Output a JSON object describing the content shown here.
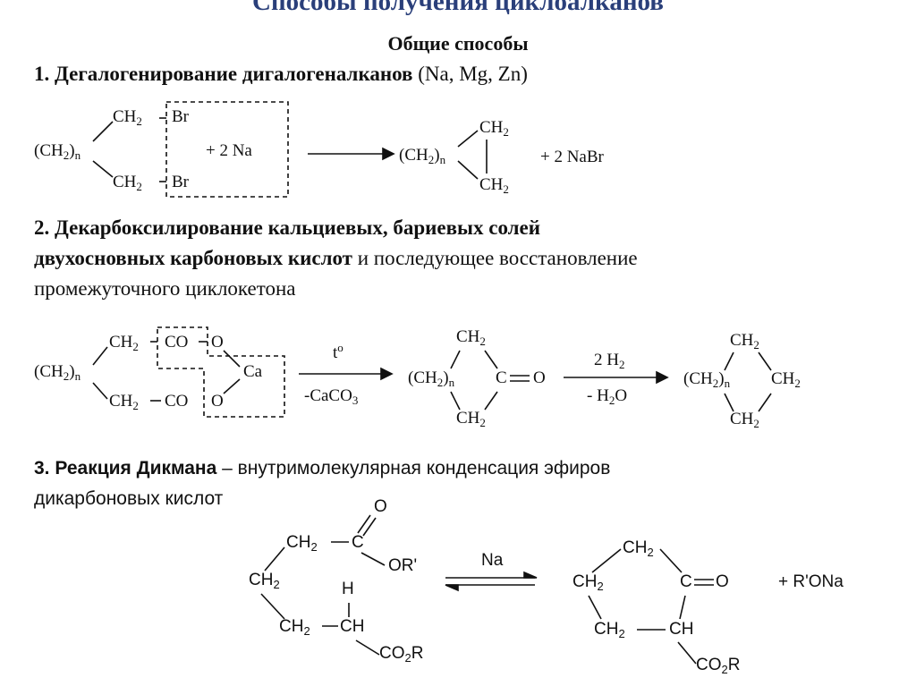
{
  "title": "Способы получения циклоалканов",
  "subtitle": "Общие способы",
  "method1": {
    "heading_bold": "1. Дегалогенирование дигалогеналканов",
    "heading_plain": " (Na, Mg, Zn)",
    "ch2_top": "CH",
    "ch2_bot": "CH",
    "br_top": "Br",
    "br_bot": "Br",
    "chain": "(CH",
    "chain_n": "n",
    "reagent": "+  2 Na",
    "prod_chain": "(CH",
    "prod_n": "n",
    "prod_ch2_top": "CH",
    "prod_ch2_bot": "CH",
    "byproduct": "+  2 NaBr"
  },
  "method2": {
    "line1_bold": "2. Декарбоксилирование кальциевых, бариевых солей",
    "line2_bold": "двухосновных карбоновых кислот",
    "line2_plain": " и последующее восстановление",
    "line3": "промежуточного циклокетона",
    "chain": "(CH",
    "chain_n": "n",
    "ch2_top": "CH",
    "co_top": "CO",
    "o_top": "O",
    "ca": "Ca",
    "ch2_bot": "CH",
    "co_bot": "CO",
    "o_bot": "O",
    "arrow1_top": "t",
    "arrow1_top_sup": "o",
    "arrow1_bottom": "-CaCO",
    "arrow1_bottom_sub": "3",
    "ketone_top": "CH",
    "ketone_chain": "(CH",
    "ketone_n": "n",
    "ketone_co": "C",
    "ketone_o": "O",
    "ketone_bot": "CH",
    "arrow2_top": "2 H",
    "arrow2_top_sub": "2",
    "arrow2_bottom": "- H",
    "arrow2_bottom_sub": "2",
    "arrow2_bottom_tail": "O",
    "prod_top": "CH",
    "prod_chain": "(CH",
    "prod_n": "n",
    "prod_right": "CH",
    "prod_bot": "CH"
  },
  "method3": {
    "heading_bold": "3. Реакция Дикмана",
    "heading_plain": " – внутримолекулярная конденсация эфиров",
    "line2": "дикарбоновых кислот",
    "o": "O",
    "ch2_a": "CH",
    "c": "C",
    "or": "OR'",
    "ch2_left": "CH",
    "h": "H",
    "ch2_b": "CH",
    "ch": "CH",
    "co2r": "CO",
    "co2r_tail": "R",
    "arrow_label": "Na",
    "p_ch2_top": "CH",
    "p_c": "C",
    "p_o": "O",
    "p_ch2_left": "CH",
    "p_ch2_bot": "CH",
    "p_ch": "CH",
    "p_co2r": "CO",
    "p_co2r_tail": "R",
    "byproduct": "+  R'ONa"
  },
  "sub2": "2",
  "sub2b": ")"
}
